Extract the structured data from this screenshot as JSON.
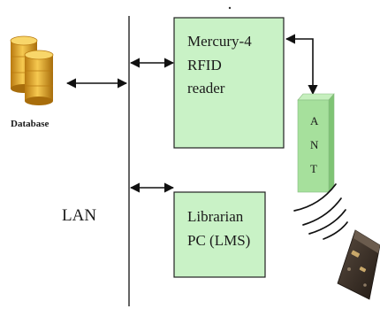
{
  "nodes": {
    "database": {
      "label": "Database"
    },
    "lan": {
      "label": "LAN"
    },
    "reader": {
      "lines": [
        "Mercury-4",
        "RFID",
        "reader"
      ]
    },
    "librarian": {
      "lines": [
        "Librarian",
        "PC (LMS)"
      ]
    },
    "antenna": {
      "letters": [
        "A",
        "N",
        "T"
      ]
    }
  },
  "colors": {
    "box_fill": "#c9f2c6",
    "box_stroke": "#222222",
    "antenna_fill": "#a6e09c",
    "db_gold": "#e3a92a",
    "db_dark": "#a86d0b",
    "line": "#111111",
    "tag_body": "#3a3028"
  },
  "icons": {
    "database": "database-cylinders-icon",
    "tag": "rfid-tag-icon",
    "waves": "radio-waves-icon"
  }
}
